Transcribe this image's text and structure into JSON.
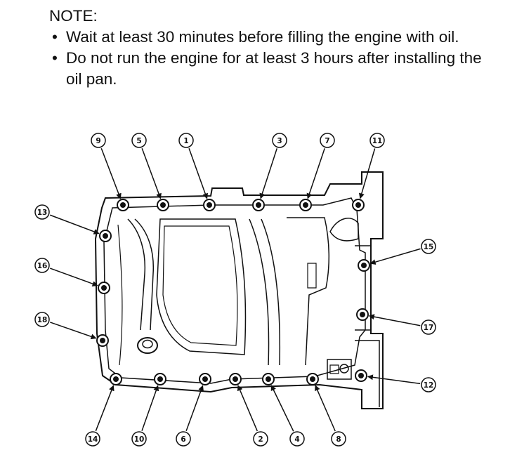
{
  "note": {
    "title": "NOTE:",
    "items": [
      "Wait at least 30 minutes before filling the engine with oil.",
      "Do not run the engine for at least 3 hours after installing the oil pan."
    ]
  },
  "bolts": [
    "1",
    "2",
    "3",
    "4",
    "5",
    "6",
    "7",
    "8",
    "9",
    "10",
    "11",
    "12",
    "13",
    "14",
    "15",
    "16",
    "17",
    "18"
  ]
}
